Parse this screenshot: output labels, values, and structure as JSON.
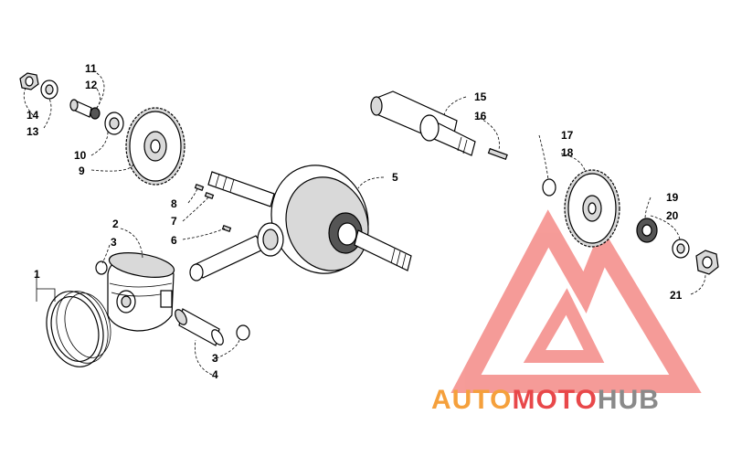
{
  "labels": {
    "l1": "1",
    "l2": "2",
    "l3a": "3",
    "l3b": "3",
    "l4": "4",
    "l5": "5",
    "l6": "6",
    "l7": "7",
    "l8": "8",
    "l9": "9",
    "l10": "10",
    "l11": "11",
    "l12": "12",
    "l13": "13",
    "l14": "14",
    "l15": "15",
    "l16": "16",
    "l17": "17",
    "l18": "18",
    "l19": "19",
    "l20": "20",
    "l21": "21"
  },
  "watermark": {
    "part1": "AUTO",
    "part2": "MOTO",
    "part3": "HUB",
    "color1": "#f5a03c",
    "color2": "#e8484a",
    "color3": "#8a8a8a",
    "logo_color": "#f05a55"
  }
}
